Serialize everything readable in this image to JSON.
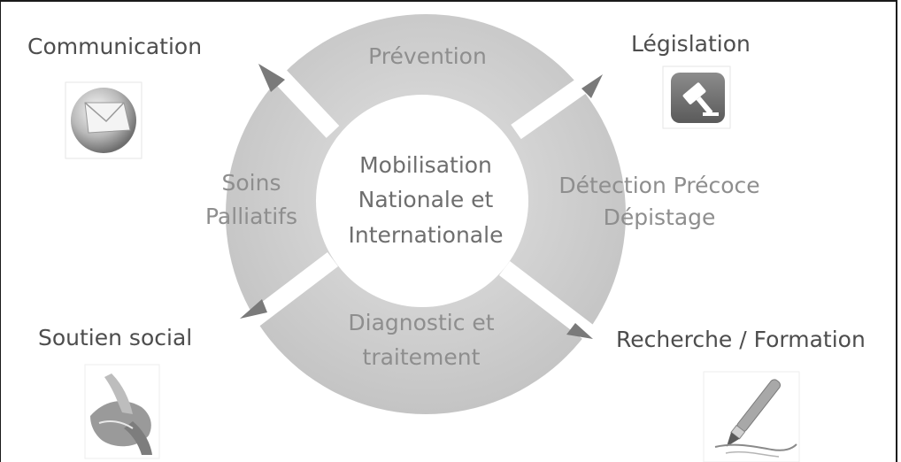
{
  "center": {
    "lines": [
      "Mobilisation",
      "Nationale et",
      "Internationale"
    ]
  },
  "segments": {
    "top": [
      "Prévention"
    ],
    "right": [
      "Détection Précoce",
      "Dépistage"
    ],
    "bottom": [
      "Diagnostic et",
      "traitement"
    ],
    "left": [
      "Soins",
      "Palliatifs"
    ]
  },
  "outer": {
    "communication": {
      "label": "Communication",
      "icon": "envelope-icon"
    },
    "legislation": {
      "label": "Législation",
      "icon": "gavel-icon"
    },
    "soutien": {
      "label": "Soutien social",
      "icon": "holding-hands-icon"
    },
    "recherche": {
      "label": "Recherche / Formation",
      "icon": "paintbrush-pen-icon"
    }
  },
  "colors": {
    "ring": "#c8c8c8",
    "center": "#ffffff",
    "arrow": "#7a7a7a",
    "text_ring": "#8e8e8e",
    "text_outer": "#4d4d4d"
  }
}
